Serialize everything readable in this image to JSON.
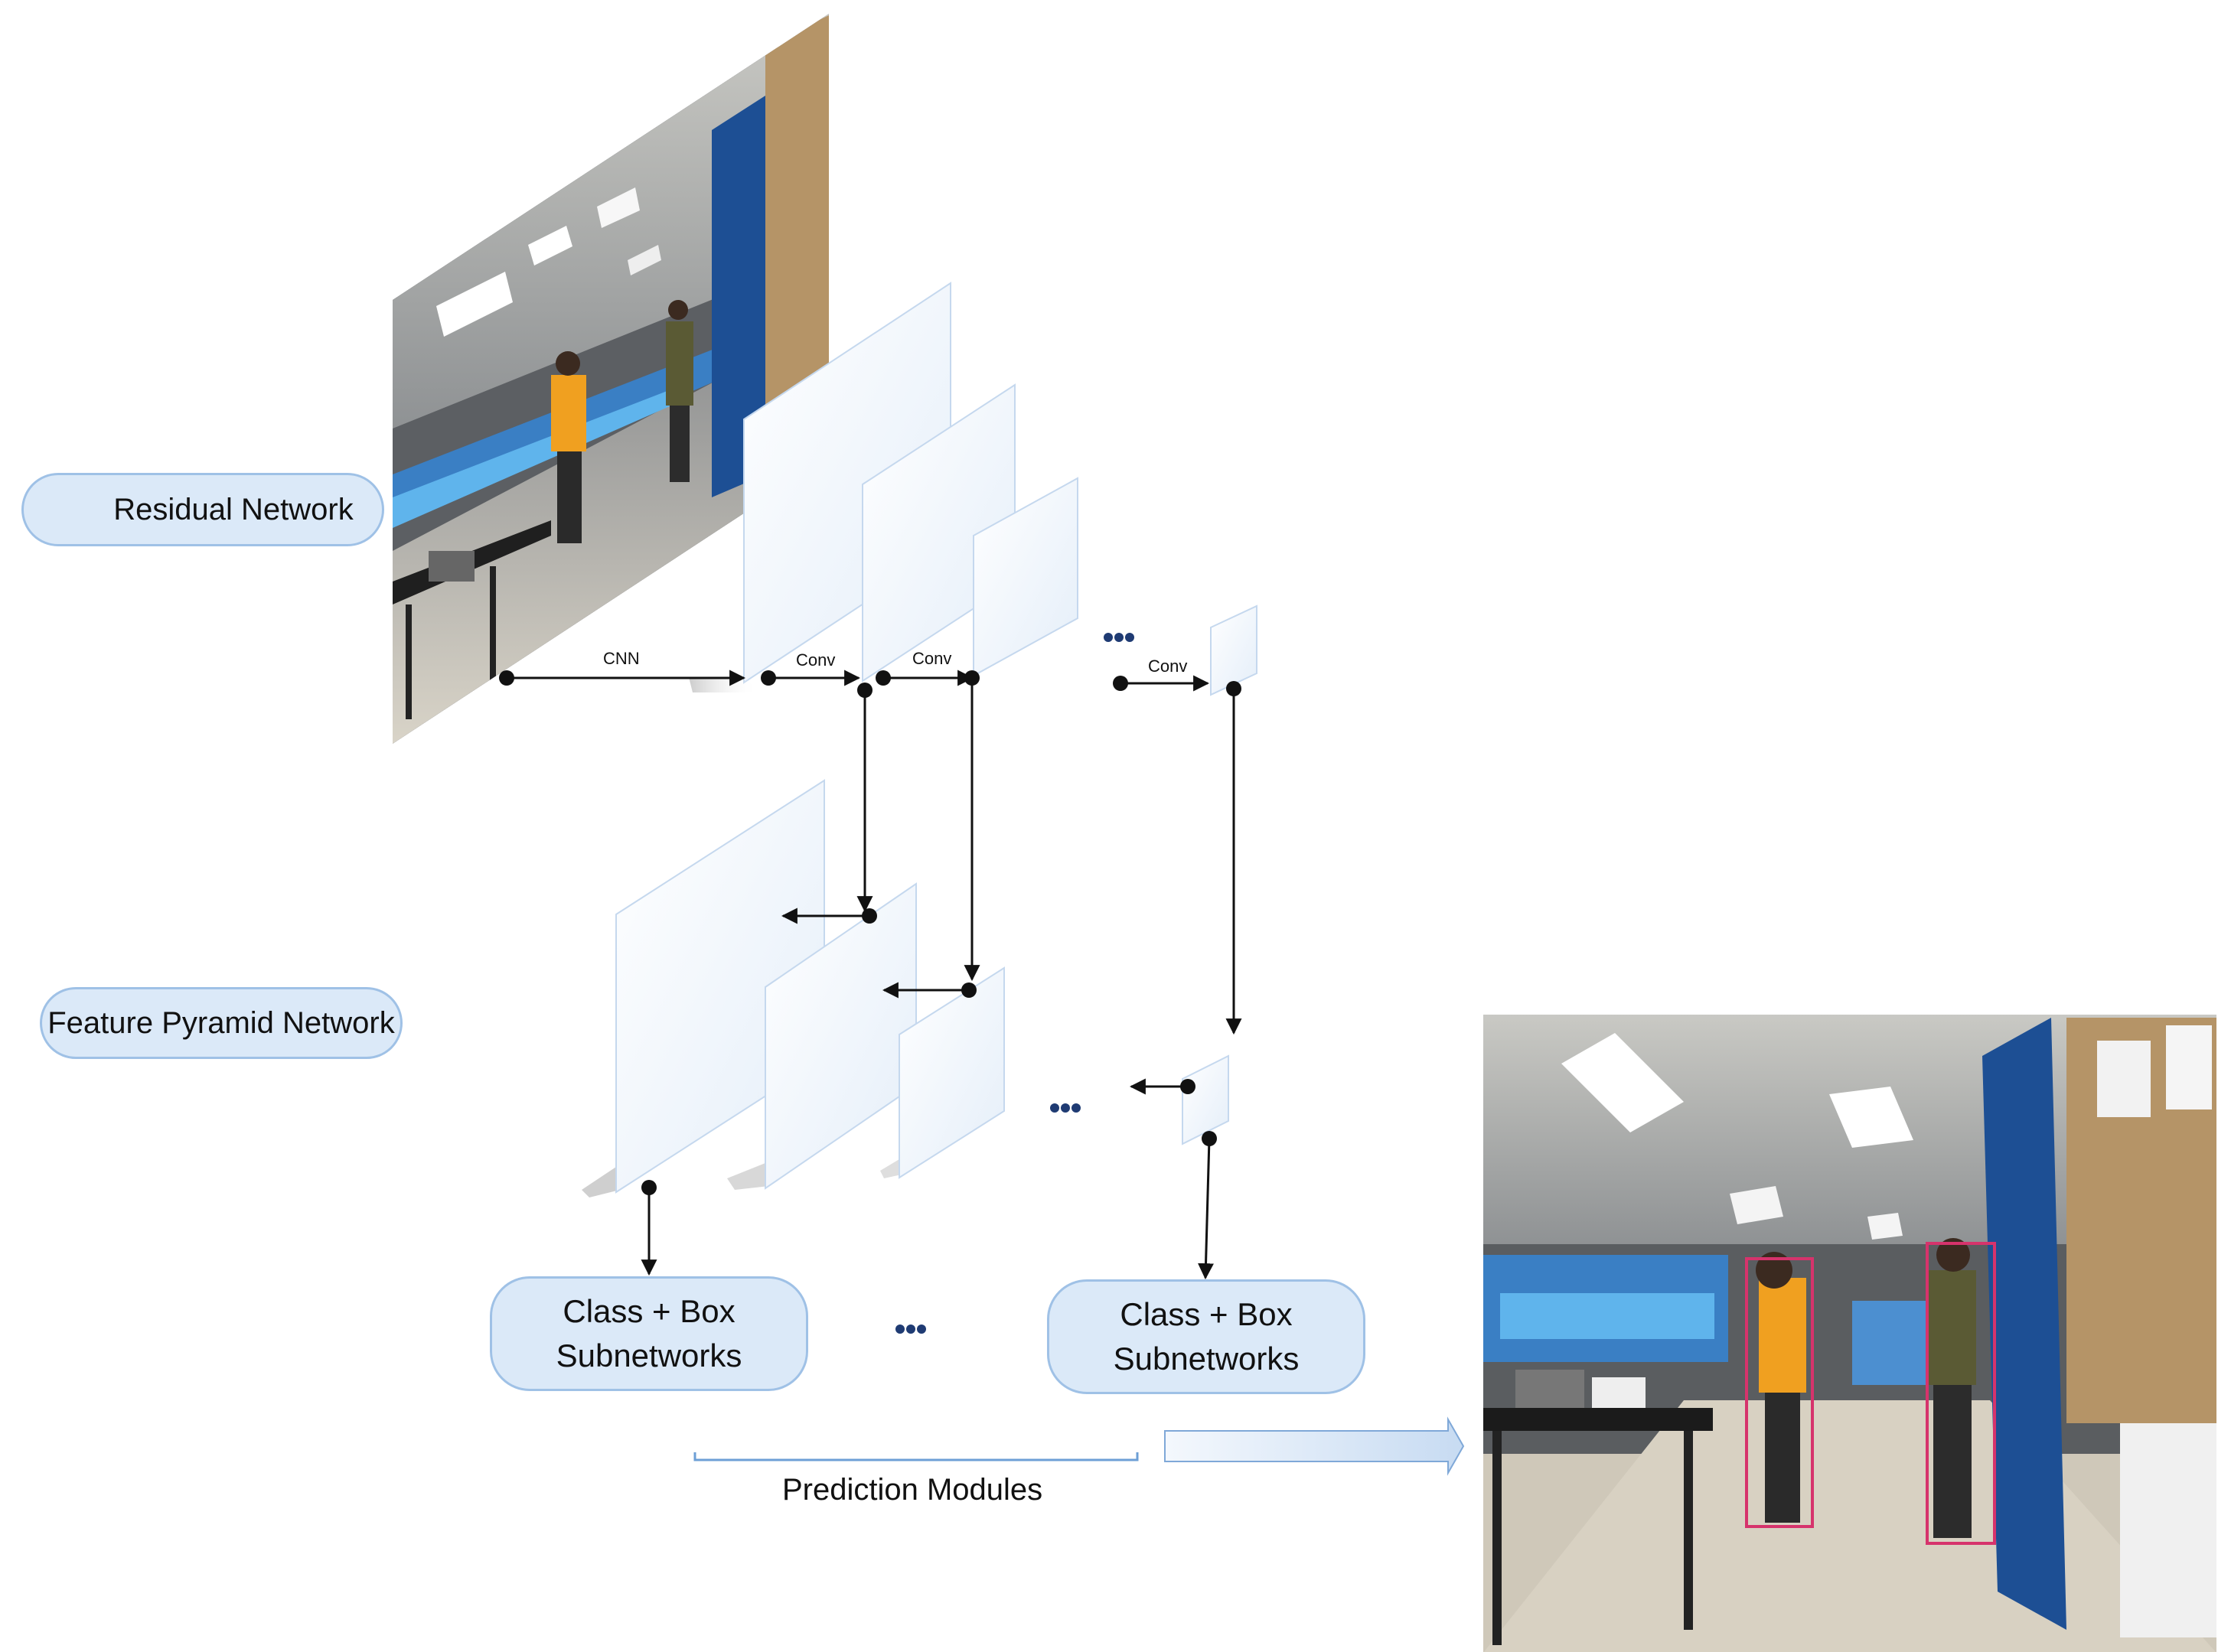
{
  "labels": {
    "residual_network": "Residual Network",
    "feature_pyramid_network": "Feature Pyramid Network",
    "prediction_modules": "Prediction Modules",
    "cnn": "CNN",
    "conv_1": "Conv",
    "conv_2": "Conv",
    "conv_3": "Conv"
  },
  "subnet_boxes": [
    {
      "line1": "Class + Box",
      "line2": "Subnetworks"
    },
    {
      "line1": "Class + Box",
      "line2": "Subnetworks"
    }
  ],
  "colors": {
    "pill_fill": "#dbe9f8",
    "pill_border": "#9fc1e6",
    "layer_fill": "#f3f8fd",
    "detection_box": "#d6336c",
    "ellipsis": "#1f3b73"
  },
  "images": {
    "input_scene": "lab-photo-perspective",
    "output_scene": "lab-photo-with-detections"
  }
}
